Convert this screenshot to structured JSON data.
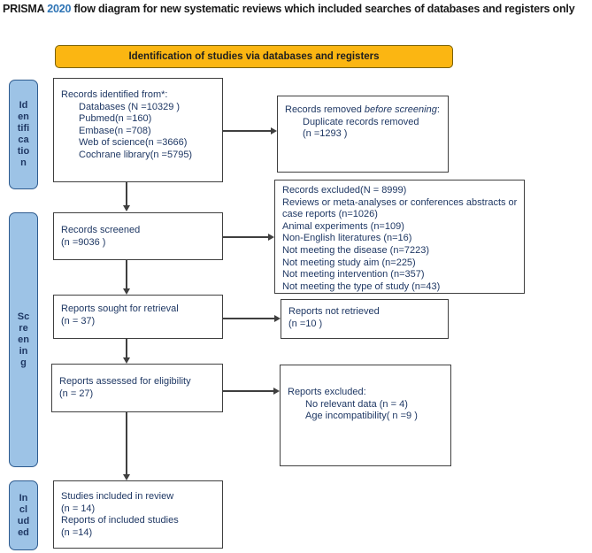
{
  "colors": {
    "banner_fill": "#FBB612",
    "banner_border": "#7a6000",
    "sidebar_fill": "#9DC3E6",
    "sidebar_border": "#2E5B8F",
    "box_border": "#3f3f3f",
    "text_navy": "#1F3864",
    "title_black": "#1a1a1a",
    "title_year_blue": "#2E74B5",
    "arrow": "#3f3f3f"
  },
  "title": {
    "part1": "PRISMA ",
    "year": "2020",
    "part2": " flow diagram for new systematic reviews which included searches of databases and registers only"
  },
  "banner": {
    "label": "Identification of studies via databases and registers"
  },
  "sidebars": {
    "identification": {
      "label": "Id\nen\ntifi\nca\ntio\nn"
    },
    "screening": {
      "label": "Sc\nre\nen\nin\ng"
    },
    "included": {
      "label": "In\ncl\nud\ned"
    }
  },
  "boxes": {
    "records_identified": {
      "lines": [
        {
          "text": "Records identified from*:"
        },
        {
          "text": "Databases (N =10329 )",
          "indent": true
        },
        {
          "text": "Pubmed(n =160)",
          "indent": true
        },
        {
          "text": "Embase(n =708)",
          "indent": true
        },
        {
          "text": "Web of science(n =3666)",
          "indent": true
        },
        {
          "text": "Cochrane library(n =5795)",
          "indent": true
        }
      ]
    },
    "records_removed": {
      "lines": [
        {
          "parts": [
            {
              "text": "Records removed "
            },
            {
              "text": "before screening",
              "italic": true
            },
            {
              "text": ":"
            }
          ]
        },
        {
          "text": "Duplicate records removed",
          "indent": true
        },
        {
          "text": "(n =1293 )",
          "indent": true
        }
      ]
    },
    "records_screened": {
      "lines": [
        {
          "text": "Records screened"
        },
        {
          "text": "(n =9036 )"
        }
      ]
    },
    "records_excluded": {
      "lines": [
        {
          "text": "Records excluded(N = 8999)"
        },
        {
          "text": "Reviews or meta-analyses or conferences abstracts or case reports (n=1026)"
        },
        {
          "text": "Animal experiments (n=109)"
        },
        {
          "text": "Non-English literatures (n=16)"
        },
        {
          "text": "Not meeting the disease (n=7223)"
        },
        {
          "text": "Not meeting study aim (n=225)"
        },
        {
          "text": "Not meeting intervention  (n=357)"
        },
        {
          "text": "Not meeting the type of study (n=43)"
        }
      ]
    },
    "reports_sought": {
      "lines": [
        {
          "text": "Reports sought for retrieval"
        },
        {
          "text": "(n = 37)"
        }
      ]
    },
    "reports_not_retrieved": {
      "lines": [
        {
          "text": "Reports not retrieved"
        },
        {
          "text": "(n =10 )"
        }
      ]
    },
    "reports_assessed": {
      "lines": [
        {
          "text": "Reports assessed for eligibility"
        },
        {
          "text": "(n = 27)"
        }
      ]
    },
    "reports_excluded": {
      "lines": [
        {
          "text": "Reports excluded:"
        },
        {
          "text": "No relevant data (n = 4)",
          "indent": true
        },
        {
          "text": "Age incompatibility( n =9 )",
          "indent": true
        }
      ]
    },
    "studies_included": {
      "lines": [
        {
          "text": "Studies included in review"
        },
        {
          "text": "(n = 14)"
        },
        {
          "text": "Reports of included studies"
        },
        {
          "text": "(n =14)"
        }
      ]
    }
  }
}
